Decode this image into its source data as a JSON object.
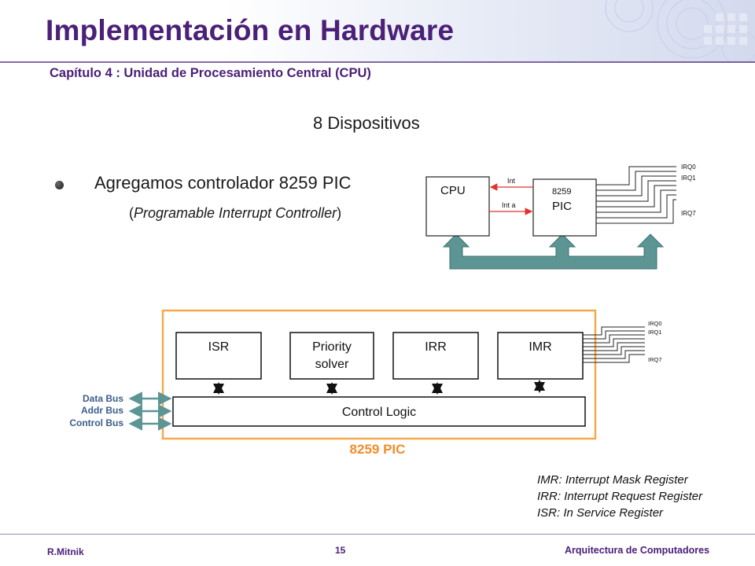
{
  "slide": {
    "title": "Implementación en Hardware",
    "subtitle": "Capítulo 4 : Unidad de Procesamiento Central (CPU)",
    "heading": "8 Dispositivos",
    "bullet": {
      "text": "Agregamos controlador 8259 PIC",
      "sub_open": "(",
      "sub_italic": "Programable Interrupt Controller",
      "sub_close": ")"
    },
    "legend": [
      "IMR: Interrupt Mask Register",
      "IRR: Interrupt Request Register",
      "ISR: In Service Register"
    ]
  },
  "top_diagram": {
    "cpu_label": "CPU",
    "pic_label_top": "8259",
    "pic_label_bottom": "PIC",
    "int_label": "Int",
    "inta_label": "Int a",
    "irq_labels": [
      "IRQ0",
      "IRQ1",
      "IRQ7"
    ],
    "colors": {
      "arrow_red": "#e0322d",
      "bus": "#5c9594",
      "bus_edge": "#3d7170"
    }
  },
  "bottom_diagram": {
    "blocks": [
      {
        "line1": "ISR",
        "line2": ""
      },
      {
        "line1": "Priority",
        "line2": "solver"
      },
      {
        "line1": "IRR",
        "line2": ""
      },
      {
        "line1": "IMR",
        "line2": ""
      }
    ],
    "control_logic": "Control Logic",
    "bus_labels": [
      "Data Bus",
      "Addr Bus",
      "Control Bus"
    ],
    "irq_labels": [
      "IRQ0",
      "IRQ1",
      "IRQ7"
    ],
    "chip_label": "8259 PIC",
    "colors": {
      "outline": "#f5a94f",
      "chip_label": "#f28c28",
      "bus_arrows": "#5c9594",
      "bus_text": "#3a5d8a"
    }
  },
  "footer": {
    "author": "R.Mitnik",
    "page": "15",
    "course": "Arquitectura  de Computadores"
  }
}
